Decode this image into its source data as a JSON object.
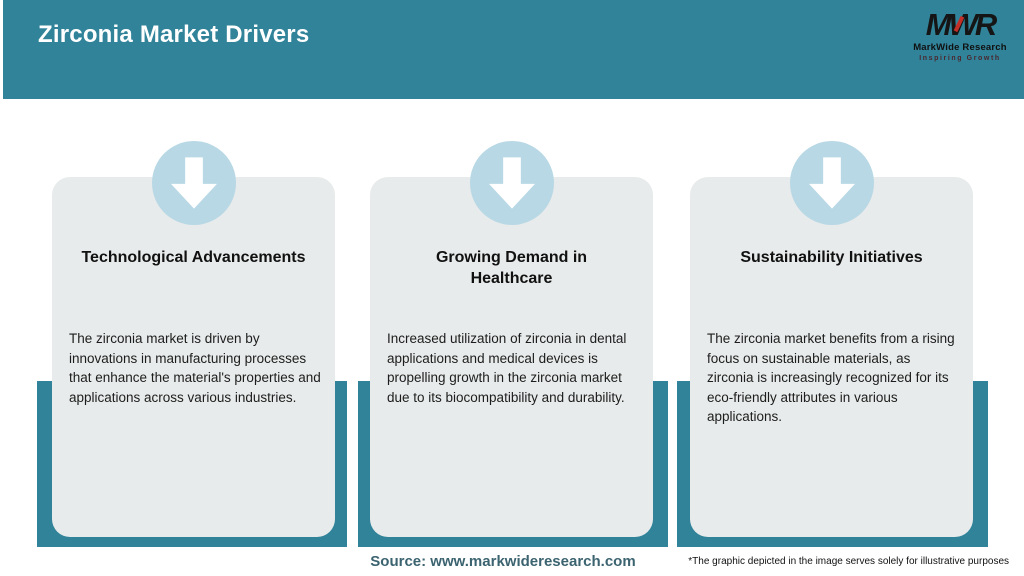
{
  "header": {
    "title": "Zirconia Market Drivers",
    "logo": {
      "monogram": "MWR",
      "name": "MarkWide Research",
      "tagline": "Inspiring Growth"
    }
  },
  "cards": [
    {
      "icon": "down-arrow-icon",
      "title": "Technological Advancements",
      "body": "The zirconia market is driven by innovations in manufacturing processes that enhance the material's properties and applications across various industries."
    },
    {
      "icon": "down-arrow-icon",
      "title": "Growing Demand in Healthcare",
      "body": "Increased utilization of zirconia in dental applications and medical devices is propelling growth in the zirconia market due to its biocompatibility and durability."
    },
    {
      "icon": "down-arrow-icon",
      "title": "Sustainability Initiatives",
      "body": "The zirconia market benefits from a rising focus on sustainable materials, as zirconia is increasingly recognized for its eco-friendly attributes in various applications."
    }
  ],
  "footer": {
    "source_label": "Source: www.markwideresearch.com",
    "disclaimer": "*The graphic depicted in the image serves solely for illustrative purposes"
  },
  "colors": {
    "header_teal": "#31839A",
    "accent_band_teal": "#31839A",
    "arrow_circle_blue": "#B8D8E5",
    "card_background": "#E8EBEB",
    "source_text": "#3B6370",
    "logo_accent_red": "#C03028"
  }
}
